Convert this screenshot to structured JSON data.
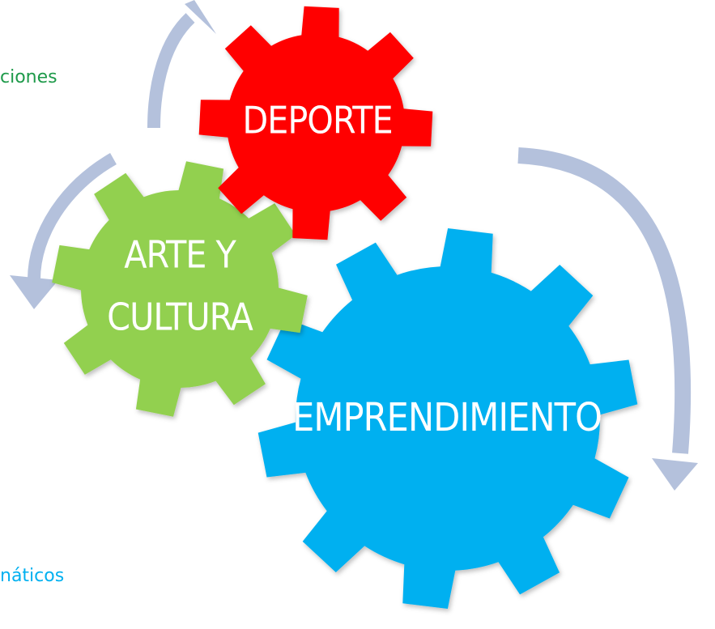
{
  "colors": {
    "deporte": "#FF0000",
    "arte": "#92D050",
    "emprendimiento": "#00B0F0",
    "arrow": "#B4C1DC",
    "side_text_top": "#1E9A4A",
    "side_text_bottom": "#00B0F0"
  },
  "gears": {
    "deporte": {
      "label": "DEPORTE"
    },
    "arte": {
      "line1": "ARTE Y",
      "line2": "CULTURA"
    },
    "emprendimiento": {
      "label": "EMPRENDIMIENTO"
    }
  },
  "side_text": {
    "top": "ciones",
    "bottom": "náticos"
  }
}
